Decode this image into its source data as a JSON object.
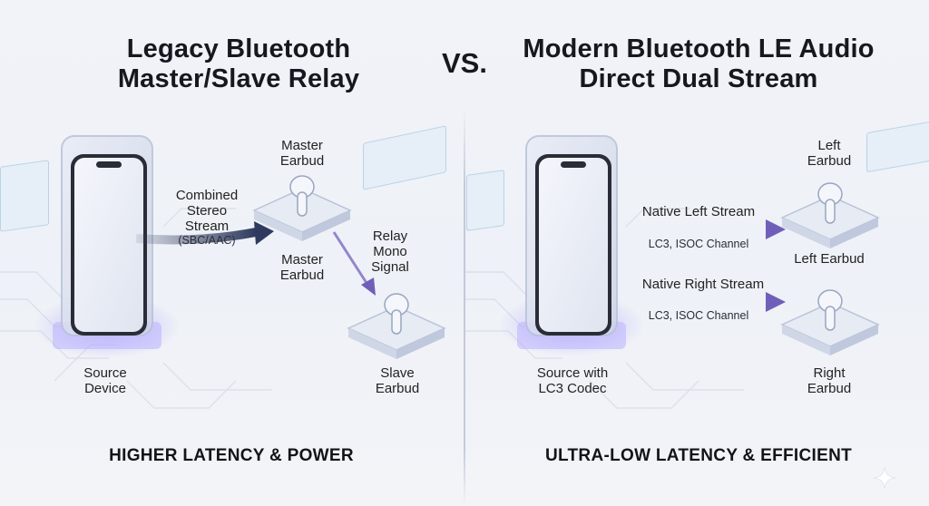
{
  "left": {
    "title_line1": "Legacy Bluetooth",
    "title_line2": "Master/Slave Relay",
    "source_label_line1": "Source",
    "source_label_line2": "Device",
    "stream_label_line1": "Combined",
    "stream_label_line2": "Stereo Stream",
    "stream_label_line3": "(SBC/AAC)",
    "master_top_line1": "Master",
    "master_top_line2": "Earbud",
    "master_bottom_line1": "Master",
    "master_bottom_line2": "Earbud",
    "relay_line1": "Relay",
    "relay_line2": "Mono",
    "relay_line3": "Signal",
    "slave_line1": "Slave",
    "slave_line2": "Earbud",
    "footer": "HIGHER LATENCY & POWER"
  },
  "vs": "VS.",
  "right": {
    "title_line1": "Modern Bluetooth LE Audio",
    "title_line2": "Direct Dual Stream",
    "source_label_line1": "Source with",
    "source_label_line2": "LC3 Codec",
    "left_stream_label": "Native Left Stream",
    "left_stream_sub": "LC3, ISOC Channel",
    "right_stream_label": "Native Right Stream",
    "right_stream_sub": "LC3, ISOC Channel",
    "left_earbud_top_line1": "Left",
    "left_earbud_top_line2": "Earbud",
    "left_earbud_bottom": "Left Earbud",
    "right_earbud_line1": "Right",
    "right_earbud_line2": "Earbud",
    "footer": "ULTRA-LOW LATENCY & EFFICIENT"
  },
  "colors": {
    "arrow_dark": "#2f3b5e",
    "arrow_purple": "#7d6cc0",
    "phone_glow": "#8a7cff",
    "background": "#eff2f7"
  },
  "icons": [
    "smartphone-icon",
    "earbud-icon",
    "sparkle-icon"
  ]
}
